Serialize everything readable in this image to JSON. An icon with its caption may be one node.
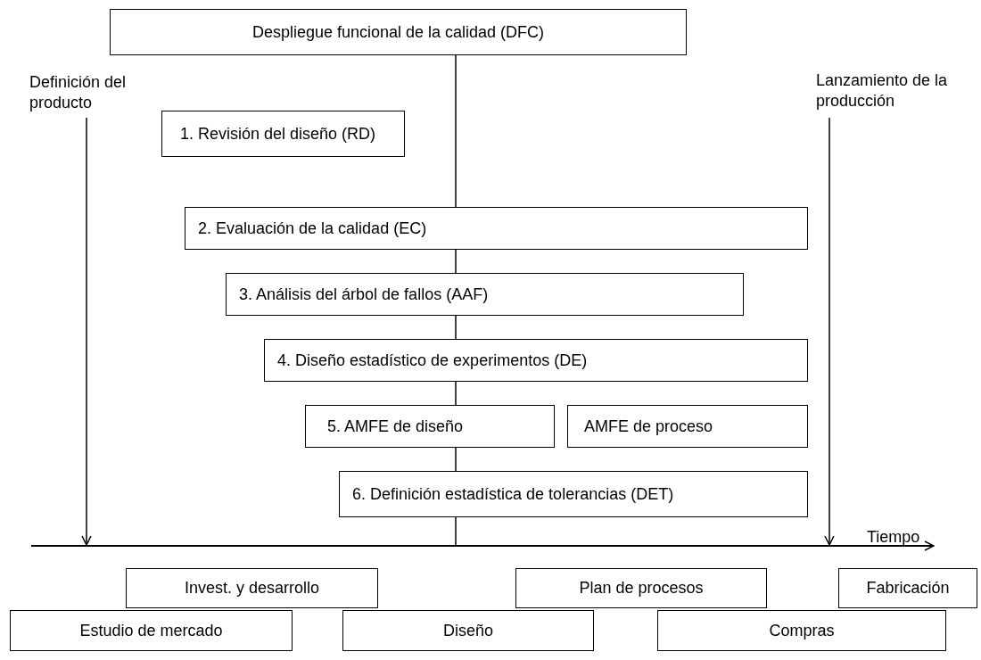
{
  "diagram": {
    "nodes": [
      {
        "text": [
          "Despliegue funcional de la calidad (DFC)"
        ]
      },
      {
        "text": [
          "Definición del producto"
        ]
      },
      {
        "text": [
          "Lanzamiento de la producción"
        ]
      },
      {
        "text": [
          "1. Revisión del diseño (RD)"
        ]
      },
      {
        "text": [
          "2. Evaluación de la calidad (EC)"
        ]
      },
      {
        "text": [
          "3. Análisis del árbol de fallos (AAF)"
        ]
      },
      {
        "text": [
          "4. Diseño estadístico de experimentos (DE)"
        ]
      },
      {
        "text": [
          "5. AMFE de diseño"
        ]
      },
      {
        "text": [
          "AMFE de proceso"
        ]
      },
      {
        "text": [
          "6. Definición estadística de tolerancias (DET)"
        ]
      },
      {
        "text": [
          "Invest. y desarrollo"
        ]
      },
      {
        "text": [
          "Plan de procesos"
        ]
      },
      {
        "text": [
          "Fabricación"
        ]
      },
      {
        "text": [
          "Estudio de mercado"
        ]
      },
      {
        "text": [
          "Diseño"
        ]
      },
      {
        "text": [
          "Compras"
        ]
      },
      {
        "text": [],
        "shape": "line"
      }
    ],
    "edges": [
      {
        "from": 0,
        "to": 4,
        "arrow": "none"
      },
      {
        "from": 4,
        "to": 5,
        "arrow": "none"
      },
      {
        "from": 5,
        "to": 6,
        "arrow": "none"
      },
      {
        "from": 6,
        "to": 7,
        "arrow": "none"
      },
      {
        "from": 7,
        "to": 9,
        "arrow": "none"
      },
      {
        "from": 9,
        "to": 16,
        "arrow": "none"
      },
      {
        "from": 1,
        "to": 16,
        "arrow": "to"
      },
      {
        "from": 2,
        "to": 16,
        "arrow": "to"
      }
    ],
    "labels": [
      "Tiempo"
    ]
  }
}
